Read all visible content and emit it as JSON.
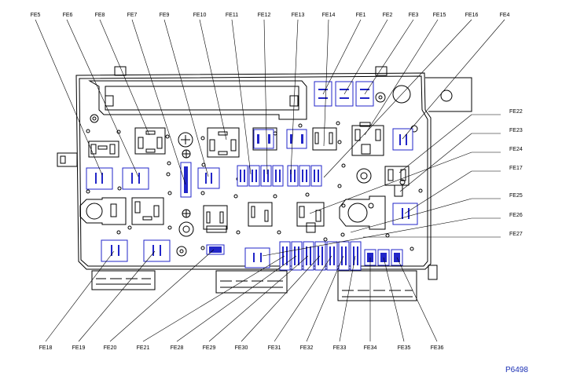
{
  "diagram": {
    "labels_top": [
      "FE5",
      "FE6",
      "FE8",
      "FE7",
      "FE9",
      "FE10",
      "FE11",
      "FE12",
      "FE13",
      "FE14",
      "FE1",
      "FE2",
      "FE3",
      "FE15",
      "FE16",
      "FE4"
    ],
    "labels_right": [
      "FE22",
      "FE23",
      "FE24",
      "FE17",
      "FE25",
      "FE26",
      "FE27"
    ],
    "labels_bottom": [
      "FE18",
      "FE19",
      "FE20",
      "FE21",
      "FE28",
      "FE29",
      "FE30",
      "FE31",
      "FE32",
      "FE33",
      "FE34",
      "FE35",
      "FE36"
    ],
    "reference": "P6498",
    "colors": {
      "highlight": "#2226c8",
      "outline": "#000000",
      "reference": "#1a2fb4"
    }
  }
}
